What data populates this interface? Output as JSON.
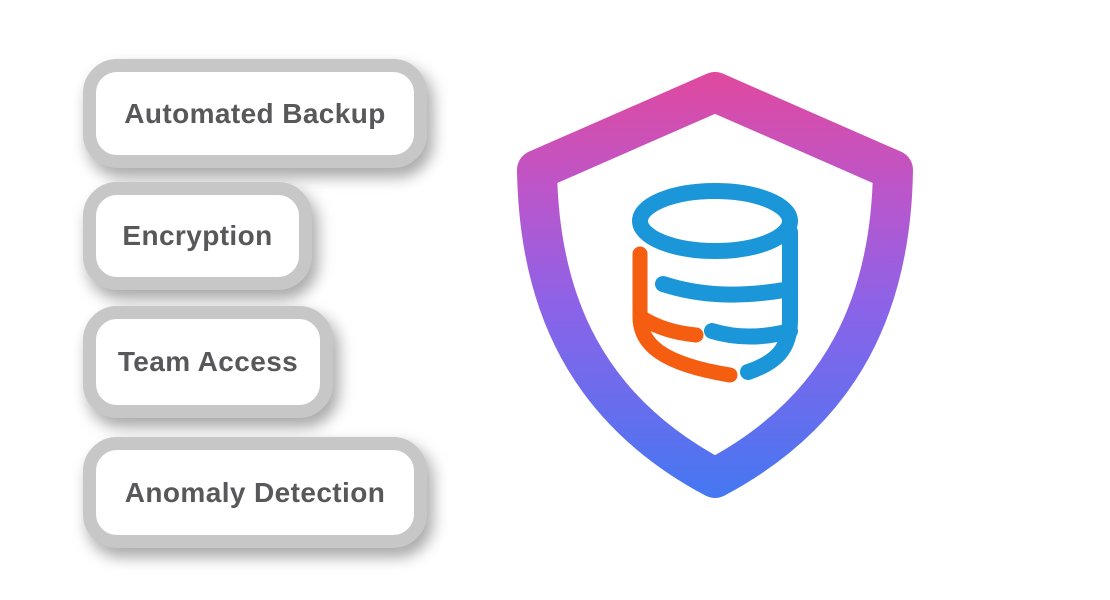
{
  "features": {
    "items": [
      {
        "label": "Automated Backup"
      },
      {
        "label": "Encryption"
      },
      {
        "label": "Team Access"
      },
      {
        "label": "Anomaly Detection"
      }
    ]
  },
  "illustration": {
    "name": "database-security-shield",
    "icons": [
      "shield-icon",
      "database-icon"
    ]
  },
  "colors": {
    "page_bg": "#ffffff",
    "pill_bg": "#ffffff",
    "pill_border": "#c7c7c7",
    "pill_text": "#58585a",
    "shield_gradient_top": "#e0499e",
    "shield_gradient_upper_mid": "#bb56cb",
    "shield_gradient_mid": "#8b63e8",
    "shield_gradient_bottom": "#4378f2",
    "db_blue": "#1b96d8",
    "db_orange": "#f55d11"
  }
}
